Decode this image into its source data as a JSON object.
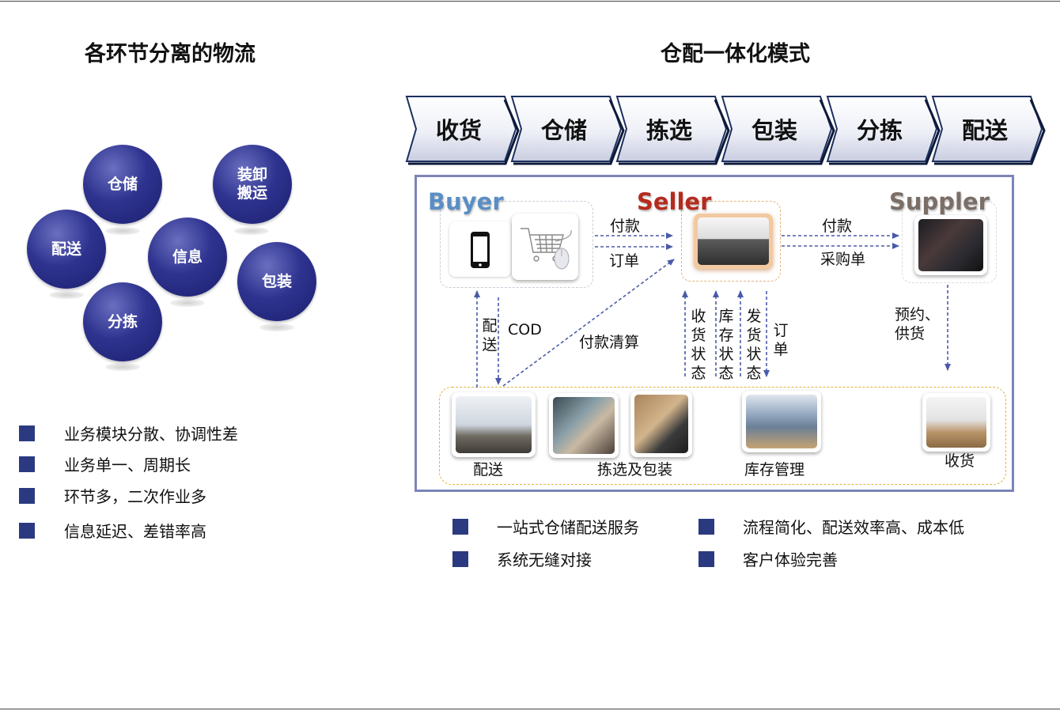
{
  "left": {
    "title": "各环节分离的物流",
    "balls": [
      "仓储",
      "装卸\n搬运",
      "配送",
      "信息",
      "包装",
      "分拣"
    ],
    "bullets": [
      "业务模块分散、协调性差",
      "业务单一、周期长",
      "环节多，二次作业多",
      "信息延迟、差错率高"
    ]
  },
  "right": {
    "title": "仓配一体化模式",
    "steps": [
      "收货",
      "仓储",
      "拣选",
      "包装",
      "分拣",
      "配送"
    ],
    "parties": {
      "buyer": "Buyer",
      "seller": "Seller",
      "supplier": "Suppler"
    },
    "flow": {
      "pay_top": "付款",
      "order_top": "订单",
      "pay_supplier": "付款",
      "purchase_order": "采购单",
      "delivery_v": "配送",
      "cod": "COD",
      "settlement": "付款清算",
      "receive_status": "收货状态",
      "stock_status": "库存状态",
      "ship_status": "发货状态",
      "order_v": "订单",
      "reserve_supply": "预约、\n供货"
    },
    "warehouse": {
      "delivery": "配送",
      "pick_pack": "拣选及包装",
      "inventory": "库存管理",
      "receiving": "收货"
    },
    "bullets": [
      "一站式仓储配送服务",
      "流程简化、配送效率高、成本低",
      "系统无缝对接",
      "客户体验完善"
    ]
  },
  "colors": {
    "ball": "#2e338f",
    "bullet": "#2b3a80",
    "buyer": "#5a8ec4",
    "seller": "#b52a1f",
    "supplier": "#7a6e67",
    "arrow": "#4a5aa8",
    "frame": "#7c84b8",
    "dash_gold": "#e0b43a"
  },
  "icons": [
    "smartphone-icon",
    "shopping-cart-icon",
    "computer-mouse-icon"
  ]
}
